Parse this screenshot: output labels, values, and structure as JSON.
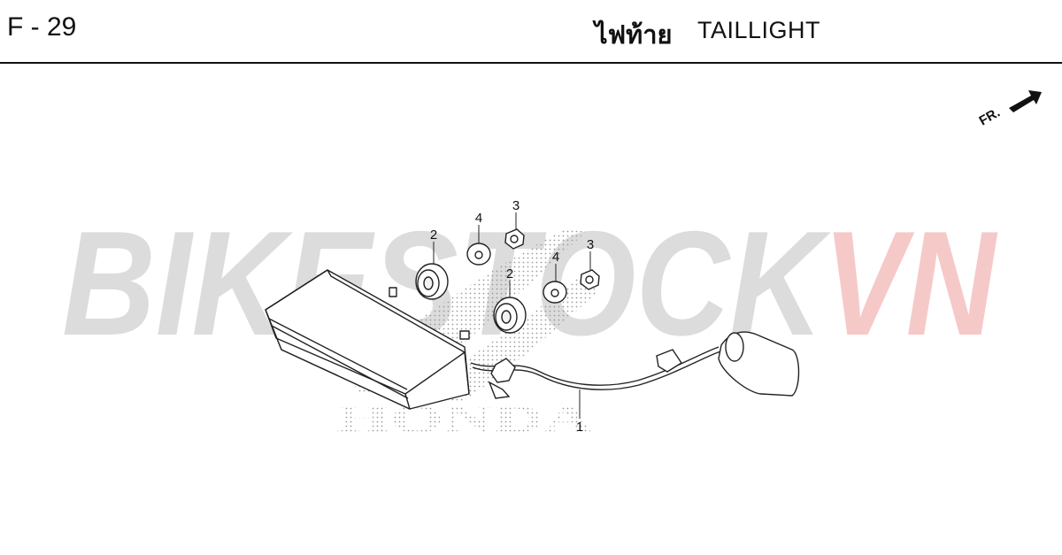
{
  "header": {
    "page_code": "F - 29",
    "title_thai": "ไฟท้าย",
    "title_english": "TAILLIGHT"
  },
  "watermark": {
    "text_gray": "BIKESTOCK",
    "text_red": "VN",
    "brand": "HONDA",
    "color_gray": "#d9d9d9",
    "color_red": "#f6c9c9"
  },
  "direction_indicator": {
    "label": "FR.",
    "icon": "arrow-right-up-icon"
  },
  "callouts": [
    {
      "id": "1",
      "text": "1"
    },
    {
      "id": "2a",
      "text": "2"
    },
    {
      "id": "2b",
      "text": "2"
    },
    {
      "id": "3a",
      "text": "3"
    },
    {
      "id": "3b",
      "text": "3"
    },
    {
      "id": "4a",
      "text": "4"
    },
    {
      "id": "4b",
      "text": "4"
    }
  ]
}
